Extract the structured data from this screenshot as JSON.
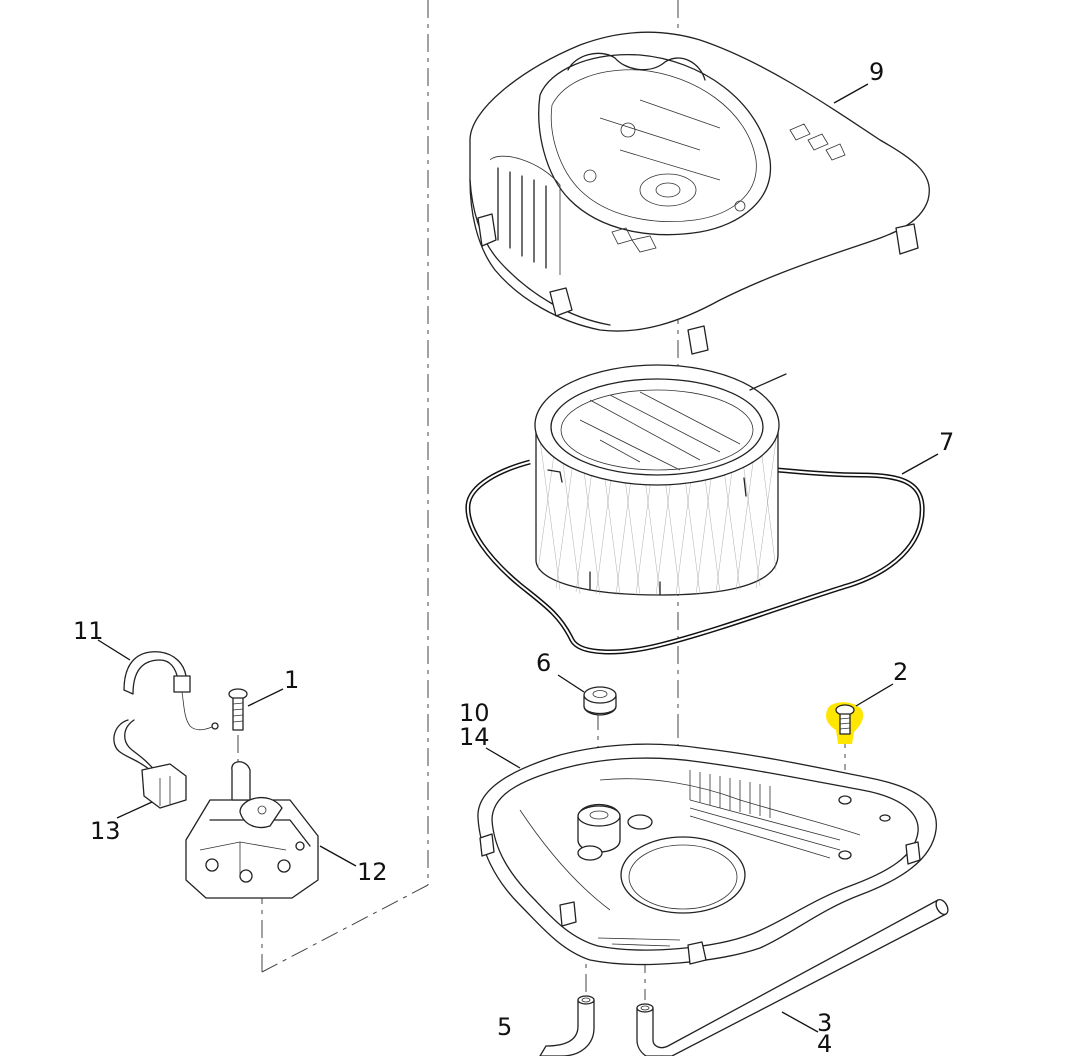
{
  "diagram": {
    "highlight_color": "#ffe600",
    "highlighted_part": "2",
    "callouts": [
      {
        "id": "c1",
        "label": "1"
      },
      {
        "id": "c2",
        "label": "2"
      },
      {
        "id": "c3",
        "label": "3"
      },
      {
        "id": "c4",
        "label": "4"
      },
      {
        "id": "c5",
        "label": "5"
      },
      {
        "id": "c6",
        "label": "6"
      },
      {
        "id": "c7",
        "label": "7"
      },
      {
        "id": "c9",
        "label": "9"
      },
      {
        "id": "c10",
        "label": "10"
      },
      {
        "id": "c11",
        "label": "11"
      },
      {
        "id": "c12",
        "label": "12"
      },
      {
        "id": "c13",
        "label": "13"
      },
      {
        "id": "c14",
        "label": "14"
      }
    ]
  }
}
